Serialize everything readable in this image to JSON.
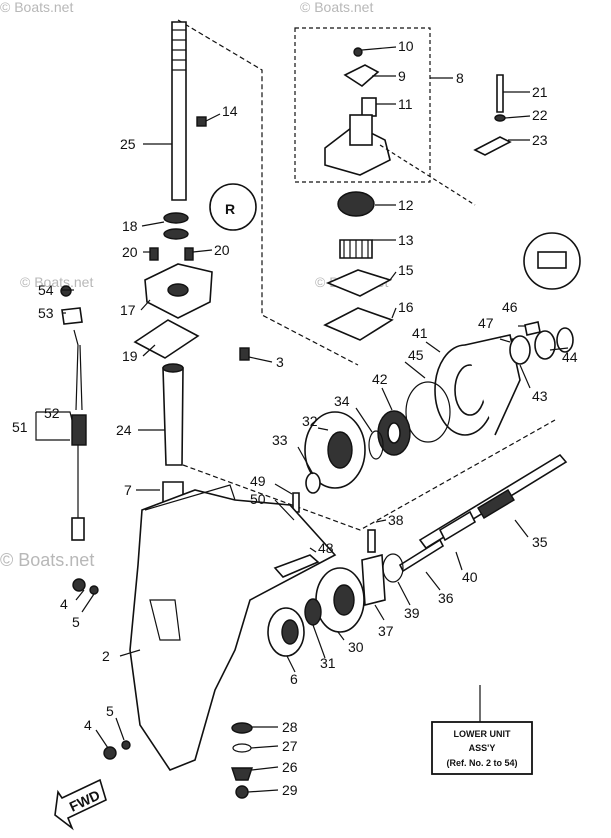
{
  "watermarks": [
    "© Boats.net",
    "© Boats.net",
    "© Boats.net",
    "© Boats.net",
    "© Boats.net"
  ],
  "labels": [
    "10",
    "9",
    "8",
    "11",
    "21",
    "22",
    "23",
    "14",
    "25",
    "12",
    "13",
    "15",
    "16",
    "18",
    "20",
    "20",
    "54",
    "53",
    "17",
    "19",
    "3",
    "46",
    "47",
    "41",
    "45",
    "42",
    "34",
    "32",
    "43",
    "44",
    "52",
    "51",
    "24",
    "33",
    "7",
    "49",
    "50",
    "38",
    "35",
    "48",
    "40",
    "36",
    "39",
    "37",
    "4",
    "5",
    "30",
    "31",
    "6",
    "2",
    "28",
    "27",
    "26",
    "29",
    "4",
    "5"
  ],
  "callout_box": {
    "line1": "LOWER UNIT",
    "line2": "ASS'Y",
    "line3": "(Ref. No. 2 to 54)"
  },
  "fwd_label": "FWD"
}
